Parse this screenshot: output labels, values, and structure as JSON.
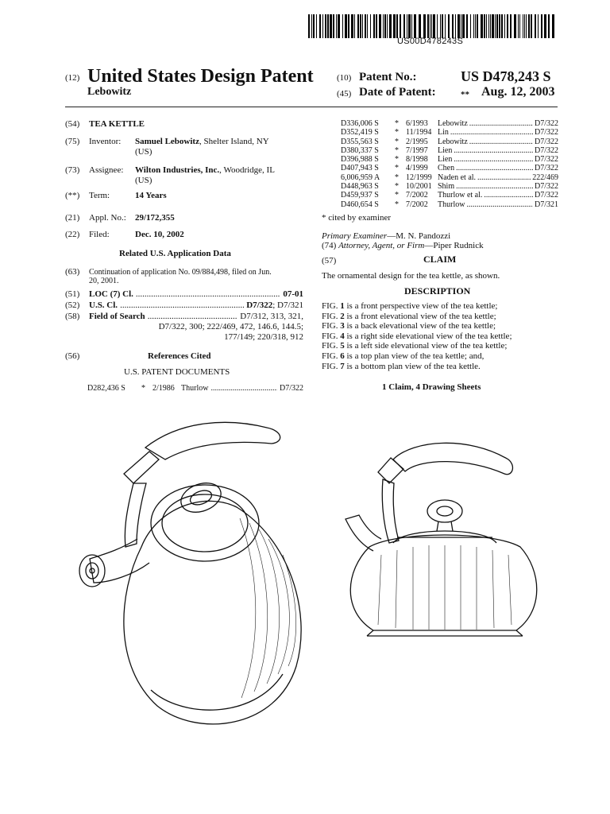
{
  "barcode": {
    "text": "US00D478243S"
  },
  "header": {
    "code12": "(12)",
    "title": "United States Design Patent",
    "inventor_surname": "Lebowitz",
    "code10": "(10)",
    "patent_no_label": "Patent No.:",
    "patent_no": "US D478,243 S",
    "code45": "(45)",
    "date_label": "Date of Patent:",
    "date_marker": "**",
    "date": "Aug. 12, 2003"
  },
  "left": {
    "title_code": "(54)",
    "title": "TEA KETTLE",
    "inventor_code": "(75)",
    "inventor_label": "Inventor:",
    "inventor_name": "Samuel Lebowitz",
    "inventor_loc1": ", Shelter Island, NY",
    "inventor_loc2": "(US)",
    "assignee_code": "(73)",
    "assignee_label": "Assignee:",
    "assignee_name": "Wilton Industries, Inc.",
    "assignee_loc1": ", Woodridge, IL",
    "assignee_loc2": "(US)",
    "term_code": "(**)",
    "term_label": "Term:",
    "term_value": "14 Years",
    "appl_code": "(21)",
    "appl_label": "Appl. No.:",
    "appl_value": "29/172,355",
    "filed_code": "(22)",
    "filed_label": "Filed:",
    "filed_value": "Dec. 10, 2002",
    "related_heading": "Related U.S. Application Data",
    "cont_code": "(63)",
    "cont_text1": "Continuation of application No. 09/884,498, filed on Jun.",
    "cont_text2": "20, 2001.",
    "loc_code": "(51)",
    "loc_label": "LOC (7) Cl.",
    "loc_value": "07-01",
    "uscl_code": "(52)",
    "uscl_label": "U.S. Cl.",
    "uscl_value_bold": "D7/322",
    "uscl_value_rest": "; D7/321",
    "fos_code": "(58)",
    "fos_label": "Field of Search",
    "fos_line1": "D7/312, 313, 321,",
    "fos_line2": "D7/322, 300; 222/469, 472, 146.6, 144.5;",
    "fos_line3": "177/149; 220/318, 912",
    "refs_code": "(56)",
    "refs_heading": "References Cited",
    "usdocs_heading": "U.S. PATENT DOCUMENTS",
    "ref0": {
      "num": "D282,436 S",
      "star": "*",
      "date": "2/1986",
      "name": "Thurlow",
      "cls": "D7/322"
    }
  },
  "right": {
    "citations": [
      {
        "num": "D336,006 S",
        "star": "*",
        "date": "6/1993",
        "name": "Lebowitz",
        "cls": "D7/322"
      },
      {
        "num": "D352,419 S",
        "star": "*",
        "date": "11/1994",
        "name": "Lin",
        "cls": "D7/322"
      },
      {
        "num": "D355,563 S",
        "star": "*",
        "date": "2/1995",
        "name": "Lebowitz",
        "cls": "D7/322"
      },
      {
        "num": "D380,337 S",
        "star": "*",
        "date": "7/1997",
        "name": "Lien",
        "cls": "D7/322"
      },
      {
        "num": "D396,988 S",
        "star": "*",
        "date": "8/1998",
        "name": "Lien",
        "cls": "D7/322"
      },
      {
        "num": "D407,943 S",
        "star": "*",
        "date": "4/1999",
        "name": "Chen",
        "cls": "D7/322"
      },
      {
        "num": "6,006,959 A",
        "star": "*",
        "date": "12/1999",
        "name": "Naden et al.",
        "cls": "222/469"
      },
      {
        "num": "D448,963 S",
        "star": "*",
        "date": "10/2001",
        "name": "Shim",
        "cls": "D7/322"
      },
      {
        "num": "D459,937 S",
        "star": "*",
        "date": "7/2002",
        "name": "Thurlow et al.",
        "cls": "D7/322"
      },
      {
        "num": "D460,654 S",
        "star": "*",
        "date": "7/2002",
        "name": "Thurlow",
        "cls": "D7/321"
      }
    ],
    "cited_note": "* cited by examiner",
    "examiner_label": "Primary Examiner",
    "examiner_name": "—M. N. Pandozzi",
    "attorney_code": "(74)",
    "attorney_label": "Attorney, Agent, or Firm",
    "attorney_name": "—Piper Rudnick",
    "claim_code": "(57)",
    "claim_heading": "CLAIM",
    "claim_text": "The ornamental design for the tea kettle, as shown.",
    "desc_heading": "DESCRIPTION",
    "figures": [
      {
        "fig": "FIG.",
        "n": "1",
        "text": "is a front perspective view of the tea kettle;"
      },
      {
        "fig": "FIG.",
        "n": "2",
        "text": "is a front elevational view of the tea kettle;"
      },
      {
        "fig": "FIG.",
        "n": "3",
        "text": "is a back elevational view of the tea kettle;"
      },
      {
        "fig": "FIG.",
        "n": "4",
        "text": "is a right side elevational view of the tea kettle;"
      },
      {
        "fig": "FIG.",
        "n": "5",
        "text": "is a left side elevational view of the tea kettle;"
      },
      {
        "fig": "FIG.",
        "n": "6",
        "text": "is a top plan view of the tea kettle; and,"
      },
      {
        "fig": "FIG.",
        "n": "7",
        "text": "is a bottom plan view of the tea kettle."
      }
    ],
    "claims_summary": "1 Claim, 4 Drawing Sheets"
  }
}
